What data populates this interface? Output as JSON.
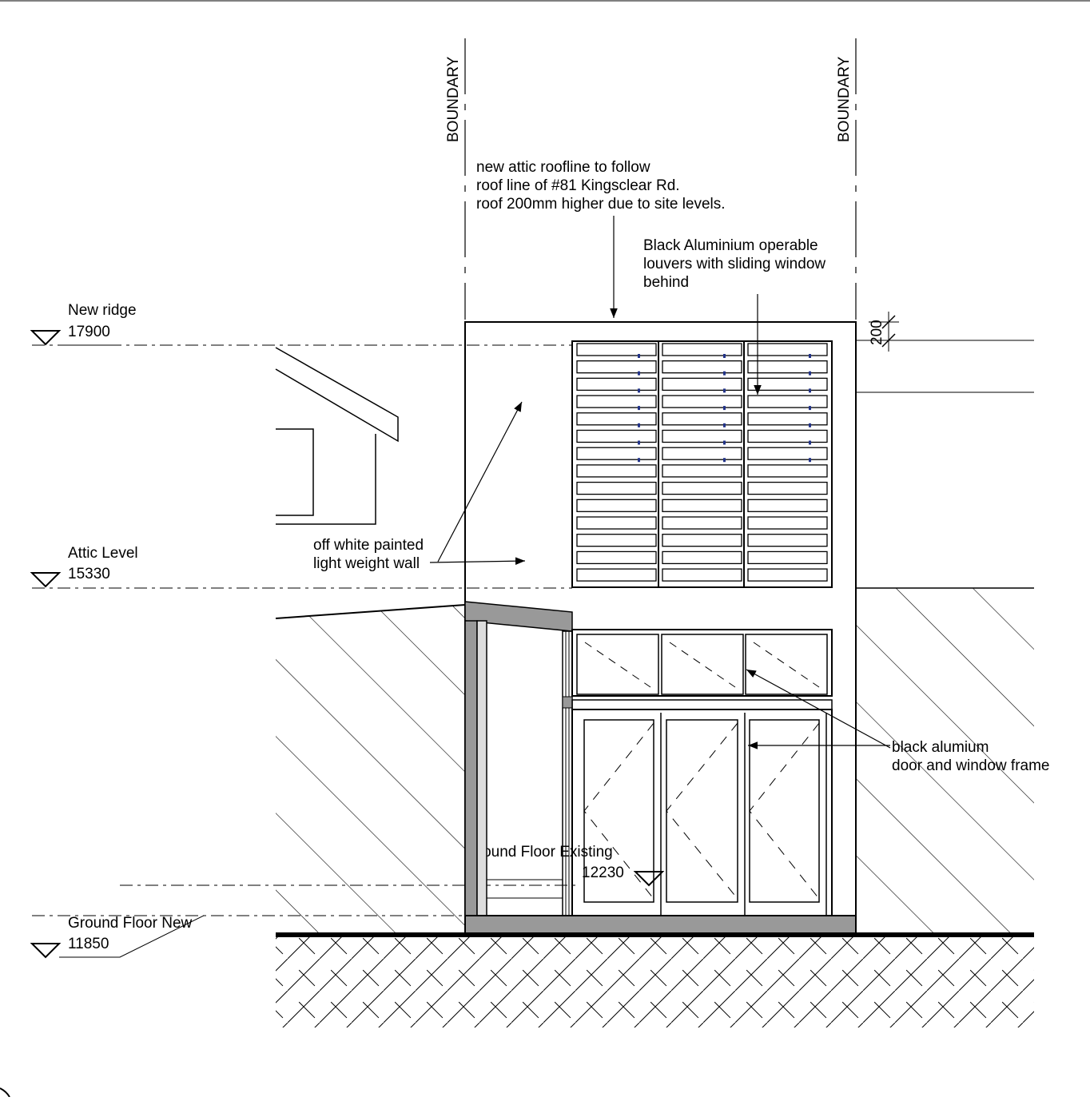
{
  "boundary_labels": [
    "BOUNDARY",
    "BOUNDARY"
  ],
  "levels": {
    "new_ridge": {
      "name": "New ridge",
      "value": "17900"
    },
    "attic": {
      "name": "Attic Level",
      "value": "15330"
    },
    "ground_existing": {
      "name": "Ground Floor Existing",
      "value": "12230"
    },
    "ground_new": {
      "name": "Ground Floor New",
      "value": "11850"
    }
  },
  "notes": {
    "roofline": [
      "new attic roofline to follow",
      "roof line of #81 Kingsclear Rd.",
      "roof 200mm higher due to site levels."
    ],
    "louvers": [
      "Black Aluminium operable",
      "louvers with sliding window",
      "behind"
    ],
    "wall": [
      "off white painted",
      "light weight wall"
    ],
    "frame": [
      "black alumium",
      "door and window frame"
    ]
  },
  "dimension": "200",
  "colors": {
    "line": "#000000",
    "fill_grey": "#999999",
    "light_grey": "#cccccc",
    "background": "#ffffff"
  }
}
